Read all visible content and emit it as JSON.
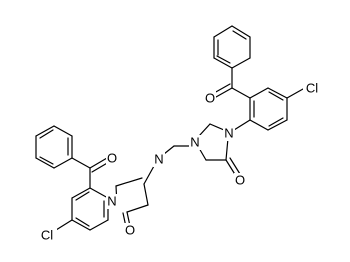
{
  "structure": {
    "atom_labels": {
      "cl_left": "Cl",
      "cl_right": "Cl",
      "o_left_ketone": "O",
      "o_left_amide": "O",
      "o_right_ketone": "O",
      "o_right_amide": "O",
      "n_left_aryl": "N",
      "n_left_bridge": "N",
      "n_right_bridge": "N",
      "n_right_aryl": "N"
    },
    "colors": {
      "bond": "#000000",
      "background": "#ffffff"
    }
  }
}
